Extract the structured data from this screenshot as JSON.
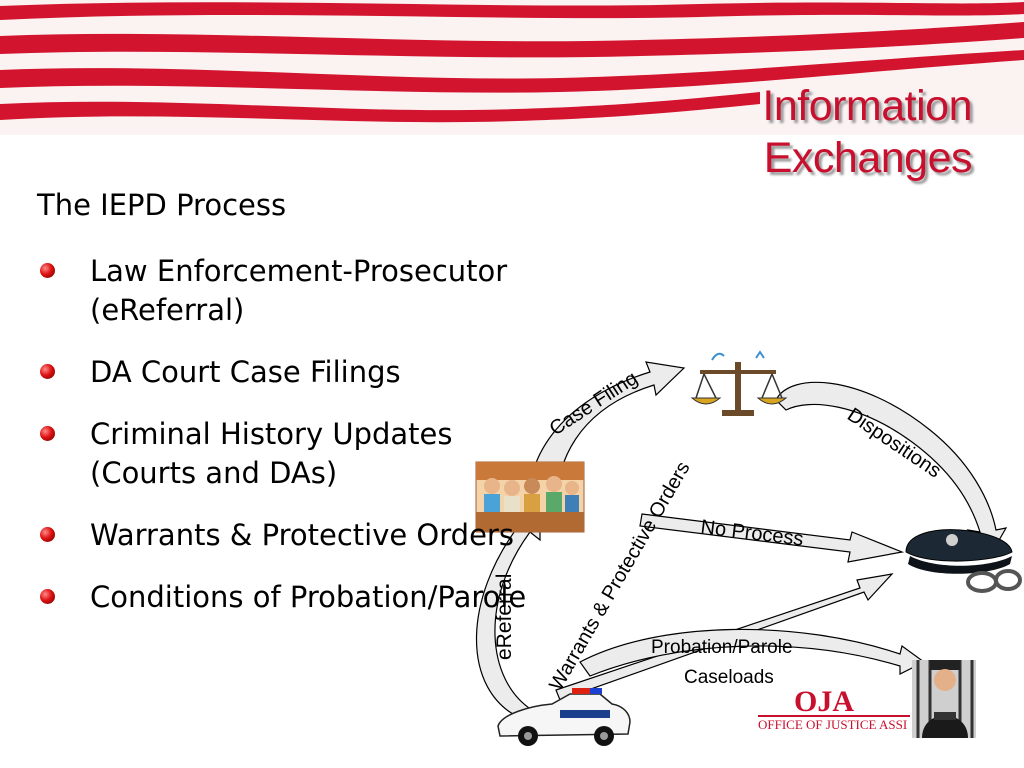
{
  "title": {
    "line1": "Information",
    "line2": "Exchanges"
  },
  "subtitle": "The IEPD Process",
  "bullets": [
    {
      "line1": "Law Enforcement-Prosecutor",
      "line2": "(eReferral)"
    },
    {
      "line1": "DA Court Case Filings",
      "line2": ""
    },
    {
      "line1": "Criminal History Updates",
      "line2": "(Courts and DAs)"
    },
    {
      "line1": "Warrants & Protective Orders",
      "line2": ""
    },
    {
      "line1": "Conditions of Probation/Parole",
      "line2": ""
    }
  ],
  "diagram": {
    "case_filing": "Case Filing",
    "dispositions": "Dispositions",
    "no_process": "No Process",
    "warrants": "Warrants &  Protective Orders",
    "ereferral": "eReferral",
    "probation_line1": "Probation/Parole",
    "probation_line2": "Caseloads"
  },
  "logo": {
    "mark": "OJA",
    "text": "OFFICE OF JUSTICE ASSI"
  },
  "colors": {
    "title": "#c8102e",
    "stripe": "#d2142e",
    "bullet": "#cc1111"
  },
  "icons": [
    "flag-stripes-decoration",
    "scales-of-justice-icon",
    "courtroom-icon",
    "police-hat-handcuffs-icon",
    "police-car-icon",
    "parole-officer-icon"
  ]
}
